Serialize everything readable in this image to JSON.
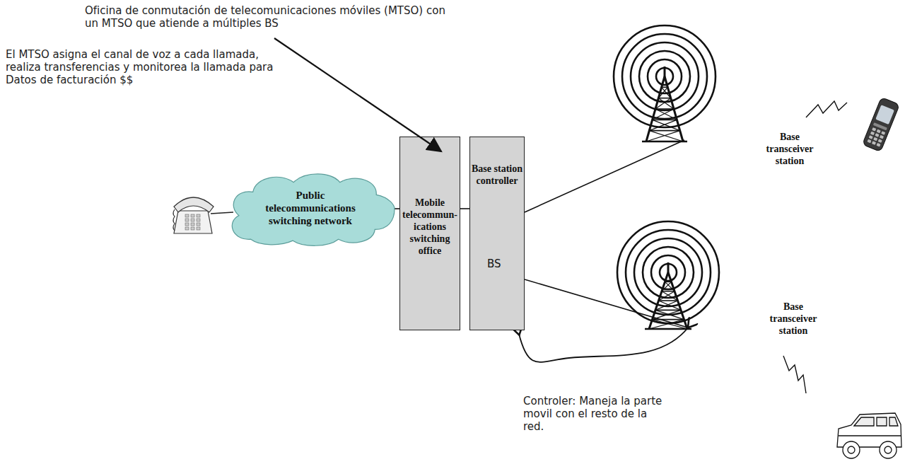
{
  "diagram": {
    "nodes": [
      {
        "text": [
          "Public telecommunications switching network"
        ]
      },
      {
        "text": [
          "Mobile telecommun- ications switching office"
        ]
      },
      {
        "text": [
          "Base station controller",
          "BS"
        ]
      },
      {
        "text": [
          "Base transceiver station"
        ]
      },
      {
        "text": [
          "Base transceiver station"
        ]
      }
    ],
    "edges": [
      {
        "from": 0,
        "to": 1,
        "arrow": "none"
      },
      {
        "from": 1,
        "to": 2,
        "arrow": "none"
      },
      {
        "from": 2,
        "to": 3,
        "arrow": "none"
      },
      {
        "from": 2,
        "to": 4,
        "arrow": "none"
      }
    ],
    "labels": [
      "Oficina de conmutación de telecomunicaciones móviles (MTSO) con un MTSO que atiende a múltiples BS",
      "El MTSO asigna el canal de voz a cada llamada, realiza transferencias y monitorea la llamada para Datos de facturación $$",
      "Controler: Maneja la parte movil con el resto de la red."
    ]
  }
}
